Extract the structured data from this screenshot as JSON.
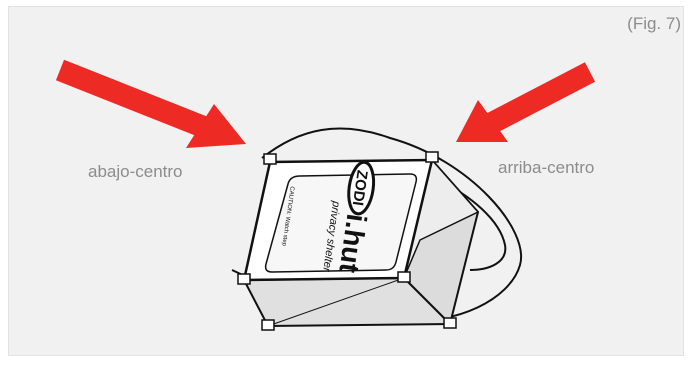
{
  "figure": {
    "label": "(Fig. 7)",
    "left_label": "abajo-centro",
    "right_label": "arriba-centro",
    "product": {
      "brand": "ZODI",
      "name": "i.hut",
      "subtitle": "privacy shelter",
      "fine_print": "CAUTION: Watch step"
    },
    "colors": {
      "arrow": "#ee2a24",
      "background": "#f1f1f1",
      "label_text": "#8c8c8c",
      "outline": "#111111"
    }
  }
}
